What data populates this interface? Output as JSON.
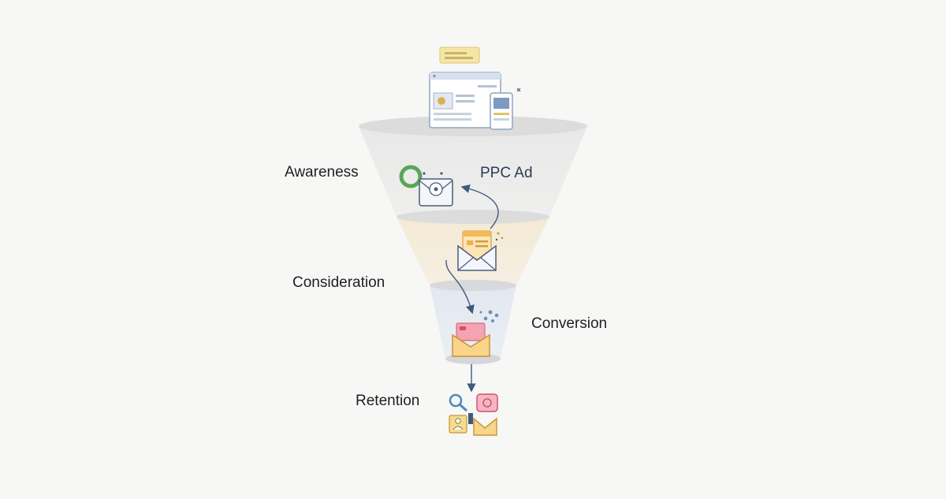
{
  "stages": [
    {
      "name": "Awareness",
      "icon": "email-open-icon"
    },
    {
      "name": "Consideration",
      "icon": "newsletter-envelope-icon"
    },
    {
      "name": "Conversion",
      "icon": "purchase-envelope-icon"
    },
    {
      "name": "Retention",
      "icon": "retention-icons-cluster"
    }
  ],
  "annotations": {
    "ppc": "PPC Ad"
  },
  "colors": {
    "background": "#f7f7f6",
    "funnel_top": "#e9e9e9",
    "funnel_middle": "#f5ecd8",
    "funnel_bottom": "#e3e9f2",
    "arrow": "#3f5a7d",
    "text": "#1f1f22"
  }
}
